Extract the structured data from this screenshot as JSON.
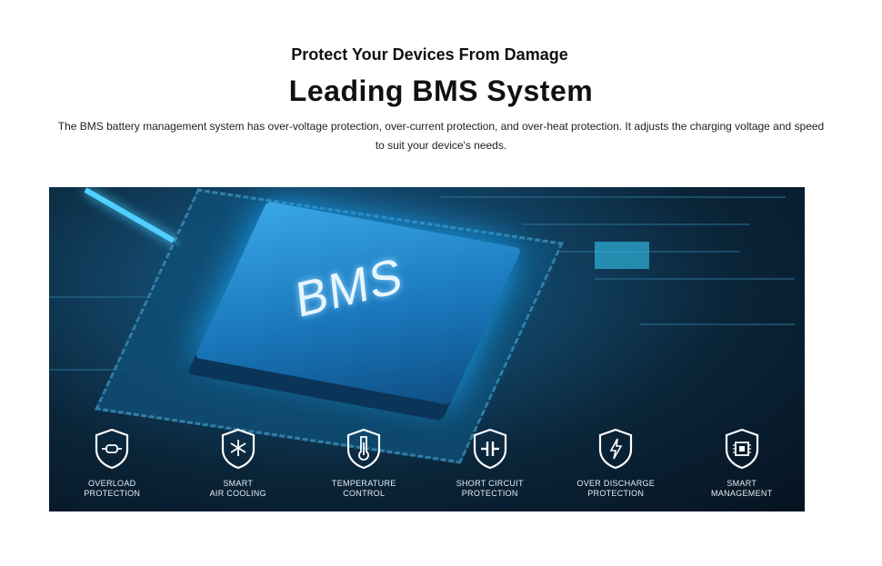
{
  "header": {
    "subtitle": "Protect Your Devices From Damage",
    "title": "Leading BMS System",
    "description": "The BMS battery management system has over-voltage protection, over-current protection, and over-heat protection. It adjusts the charging voltage and speed to suit your device's needs."
  },
  "hero": {
    "chip_label": "BMS",
    "features": [
      {
        "icon": "resistor-icon",
        "line1": "OVERLOAD",
        "line2": "PROTECTION"
      },
      {
        "icon": "snowflake-icon",
        "line1": "SMART",
        "line2": "AIR COOLING"
      },
      {
        "icon": "thermometer-icon",
        "line1": "TEMPERATURE",
        "line2": "CONTROL"
      },
      {
        "icon": "capacitor-icon",
        "line1": "SHORT CIRCUIT",
        "line2": "PROTECTION"
      },
      {
        "icon": "lightning-icon",
        "line1": "OVER DISCHARGE",
        "line2": "PROTECTION"
      },
      {
        "icon": "chip-icon",
        "line1": "SMART",
        "line2": "MANAGEMENT"
      }
    ]
  }
}
